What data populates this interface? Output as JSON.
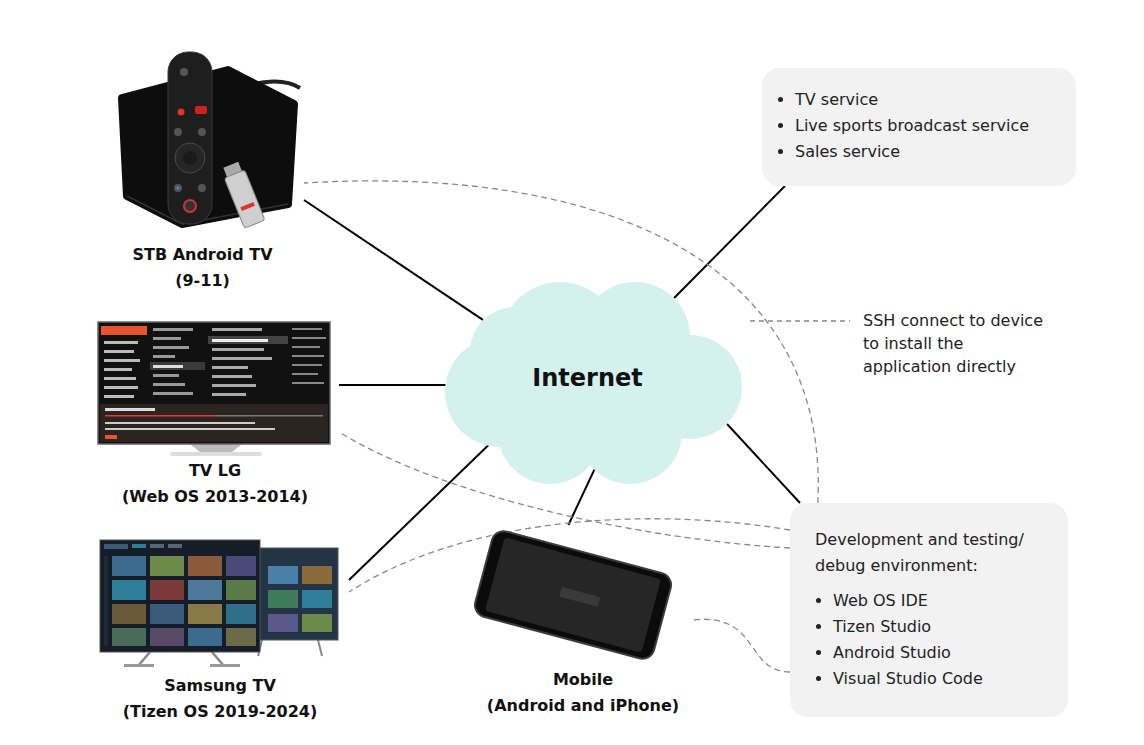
{
  "diagram": {
    "nodes": [
      {
        "text": [
          "STB Android TV",
          "(9-11)"
        ]
      },
      {
        "text": [
          "TV service",
          "Live sports broadcast service",
          "Sales service"
        ]
      },
      {
        "text": [
          "Internet"
        ]
      },
      {
        "text": [
          "TV LG",
          "(Web OS 2013-2014)"
        ]
      },
      {
        "text": [
          "Development and testing/ debug environment:",
          "Web OS IDE",
          "Tizen Studio",
          "Android Studio",
          "Visual Studio Code"
        ]
      },
      {
        "text": [
          "Samsung TV",
          "(Tizen OS 2019-2024)"
        ]
      },
      {
        "text": [
          "Mobile",
          "(Android and iPhone)"
        ]
      }
    ],
    "edges": [
      {
        "from": 0,
        "to": 2,
        "arrow": "none"
      },
      {
        "from": 3,
        "to": 2,
        "arrow": "none"
      },
      {
        "from": 5,
        "to": 2,
        "arrow": "none"
      },
      {
        "from": 6,
        "to": 2,
        "arrow": "none"
      },
      {
        "from": 2,
        "to": 1,
        "arrow": "none"
      },
      {
        "from": 2,
        "to": 4,
        "arrow": "none"
      },
      {
        "from": 4,
        "to": 0,
        "arrow": "none"
      },
      {
        "from": 4,
        "to": 3,
        "arrow": "none"
      },
      {
        "from": 4,
        "to": 5,
        "arrow": "none"
      },
      {
        "from": 4,
        "to": 6,
        "arrow": "none"
      }
    ],
    "labels": [
      "SSH connect to device to install the application directly"
    ]
  }
}
